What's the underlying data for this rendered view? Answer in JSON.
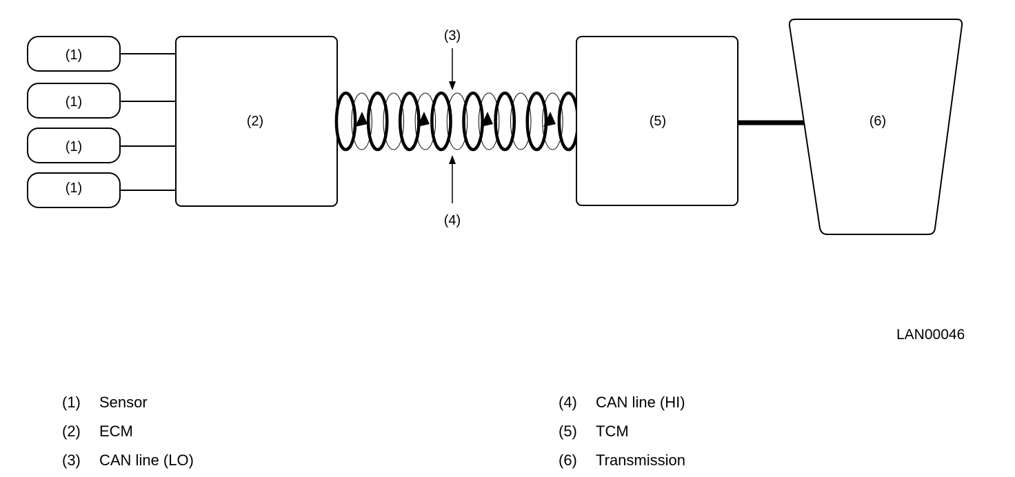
{
  "diagram": {
    "sensor_labels": [
      "(1)",
      "(1)",
      "(1)",
      "(1)"
    ],
    "ecm_label": "(2)",
    "can_lo_label": "(3)",
    "can_hi_label": "(4)",
    "tcm_label": "(5)",
    "transmission_label": "(6)",
    "figure_code": "LAN00046"
  },
  "legend": {
    "left": [
      {
        "num": "(1)",
        "text": "Sensor"
      },
      {
        "num": "(2)",
        "text": "ECM"
      },
      {
        "num": "(3)",
        "text": "CAN line (LO)"
      }
    ],
    "right": [
      {
        "num": "(4)",
        "text": "CAN line (HI)"
      },
      {
        "num": "(5)",
        "text": "TCM"
      },
      {
        "num": "(6)",
        "text": "Transmission"
      }
    ]
  }
}
